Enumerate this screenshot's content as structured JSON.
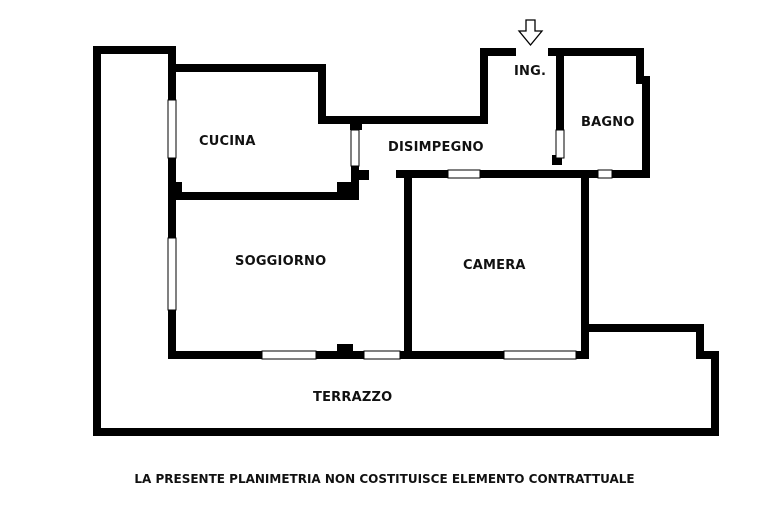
{
  "rooms": {
    "cucina": "CUCINA",
    "disimpegno": "DISIMPEGNO",
    "ingresso": "ING.",
    "bagno": "BAGNO",
    "soggiorno": "SOGGIORNO",
    "camera": "CAMERA",
    "terrazzo": "TERRAZZO"
  },
  "disclaimer": "LA PRESENTE PLANIMETRIA NON COSTITUISCE ELEMENTO CONTRATTUALE",
  "icons": {
    "entrance": "entrance-arrow-icon"
  },
  "colors": {
    "wall": "#000000",
    "background": "#ffffff",
    "window": "#ffffff"
  }
}
